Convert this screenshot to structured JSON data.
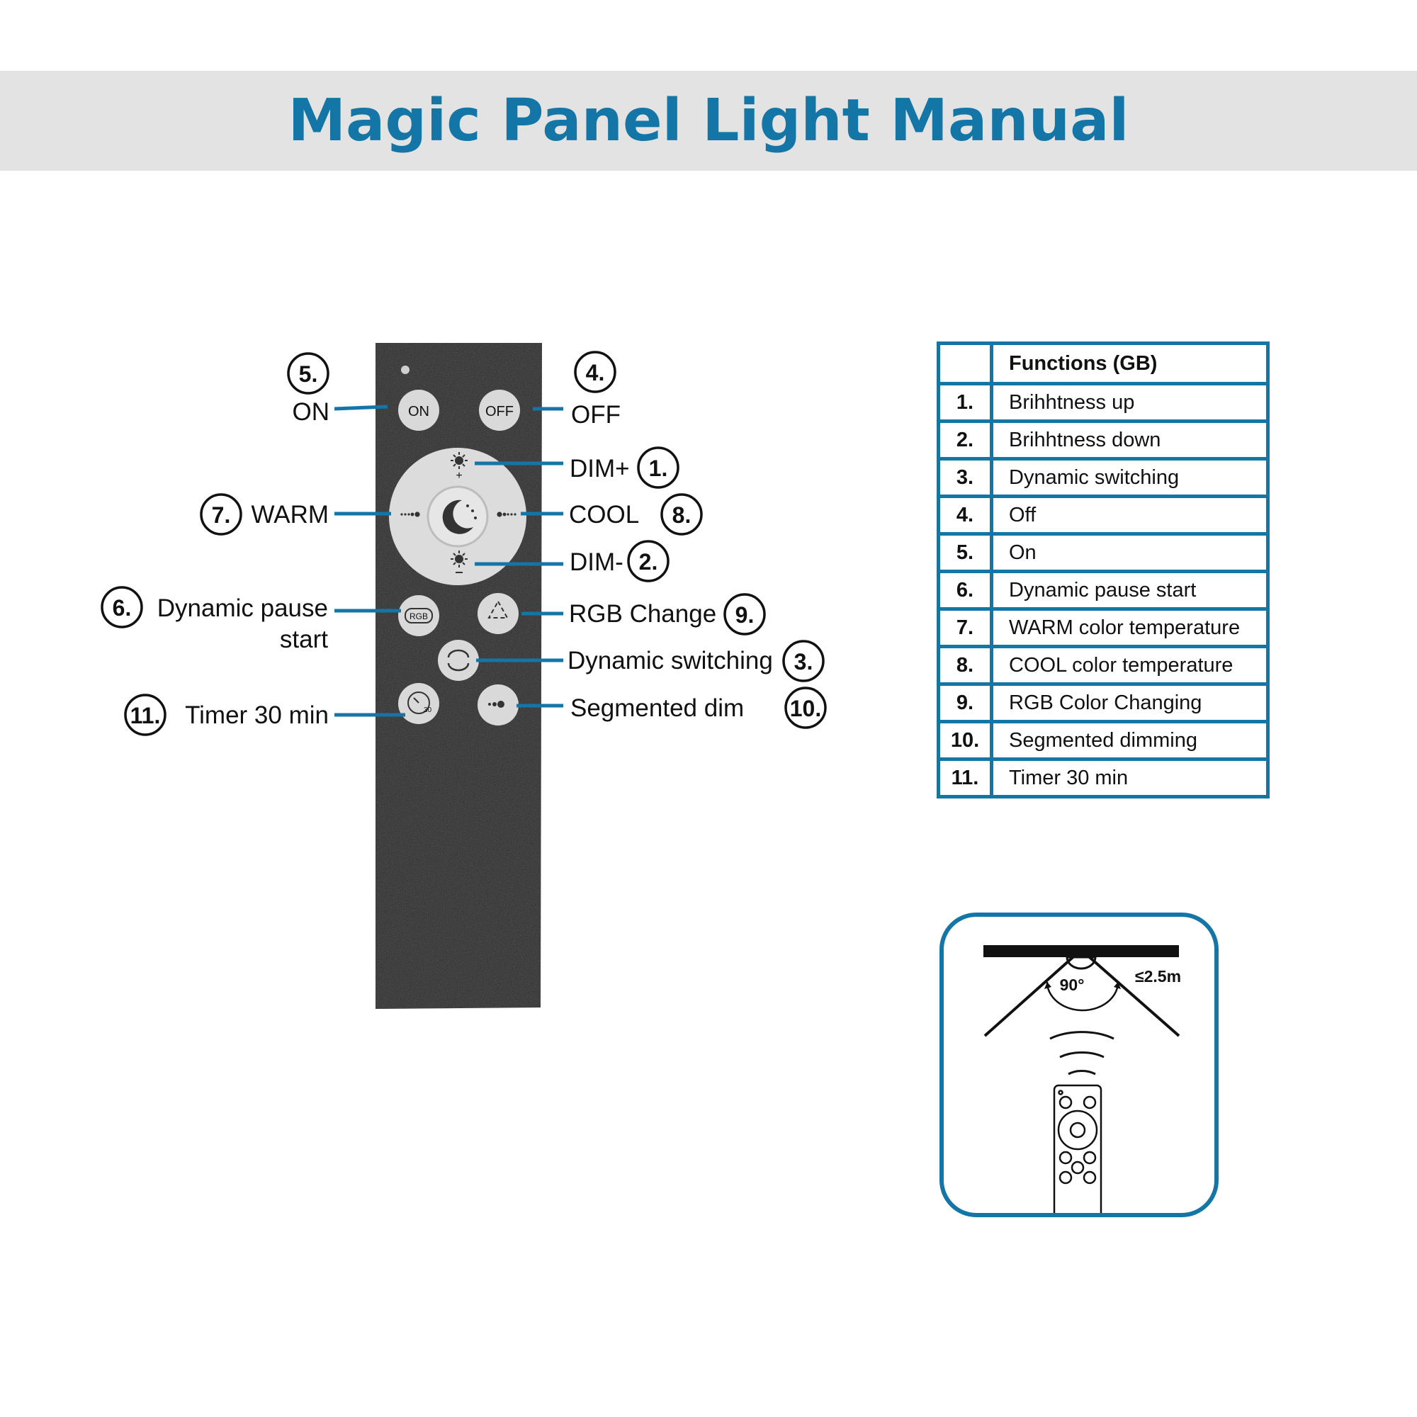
{
  "header": {
    "title": "Magic Panel Light Manual"
  },
  "remote": {
    "buttons": {
      "on": "ON",
      "off": "OFF"
    },
    "callouts": [
      {
        "id": "on",
        "label": "ON",
        "number": "5."
      },
      {
        "id": "off",
        "label": "OFF",
        "number": "4."
      },
      {
        "id": "dim-plus",
        "label": "DIM+",
        "number": "1."
      },
      {
        "id": "warm",
        "label": "WARM",
        "number": "7."
      },
      {
        "id": "cool",
        "label": "COOL",
        "number": "8."
      },
      {
        "id": "dim-minus",
        "label": "DIM-",
        "number": "2."
      },
      {
        "id": "dyn-pause",
        "label": "Dynamic pause",
        "label2": "start",
        "number": "6."
      },
      {
        "id": "rgb",
        "label": "RGB Change",
        "number": "9."
      },
      {
        "id": "dyn-switch",
        "label": "Dynamic switching",
        "number": "3."
      },
      {
        "id": "timer",
        "label": "Timer 30 min",
        "number": "11."
      },
      {
        "id": "seg-dim",
        "label": "Segmented dim",
        "number": "10."
      }
    ],
    "icons": {
      "rgb_text": "RGB",
      "timer_text": "30"
    }
  },
  "functions_table": {
    "header": "Functions (GB)",
    "rows": [
      {
        "num": "1.",
        "text": "Brihhtness up"
      },
      {
        "num": "2.",
        "text": "Brihhtness down"
      },
      {
        "num": "3.",
        "text": "Dynamic switching"
      },
      {
        "num": "4.",
        "text": "Off"
      },
      {
        "num": "5.",
        "text": "On"
      },
      {
        "num": "6.",
        "text": "Dynamic pause start"
      },
      {
        "num": "7.",
        "text": "WARM color temperature"
      },
      {
        "num": "8.",
        "text": "COOL color temperature"
      },
      {
        "num": "9.",
        "text": "RGB Color Changing"
      },
      {
        "num": "10.",
        "text": "Segmented dimming"
      },
      {
        "num": "11.",
        "text": "Timer 30 min"
      }
    ]
  },
  "range_diagram": {
    "angle": "90°",
    "distance": "≤2.5m"
  },
  "colors": {
    "accent": "#1376a6",
    "remote_body": "#1c1c1c",
    "button": "#d9d9d9",
    "banner": "#e3e3e3"
  }
}
